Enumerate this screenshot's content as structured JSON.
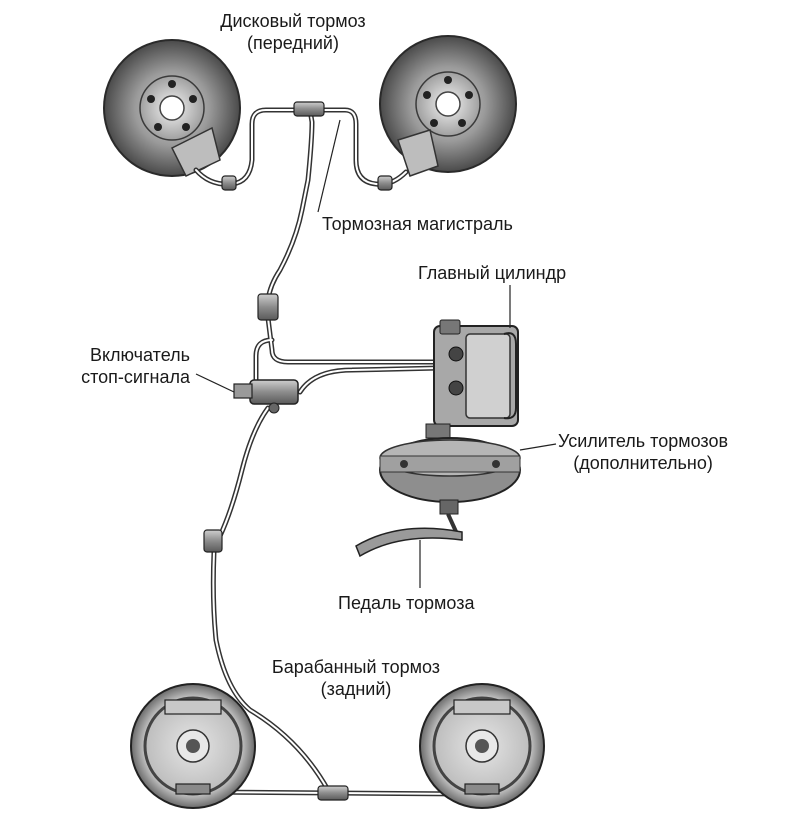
{
  "labels": {
    "disc_brake_line1": "Дисковый тормоз",
    "disc_brake_line2": "(передний)",
    "brake_line": "Тормозная магистраль",
    "master_cylinder": "Главный цилиндр",
    "stop_switch_line1": "Включатель",
    "stop_switch_line2": "стоп-сигнала",
    "booster_line1": "Усилитель тормозов",
    "booster_line2": "(дополнительно)",
    "pedal": "Педаль тормоза",
    "drum_brake_line1": "Барабанный тормоз",
    "drum_brake_line2": "(задний)"
  }
}
